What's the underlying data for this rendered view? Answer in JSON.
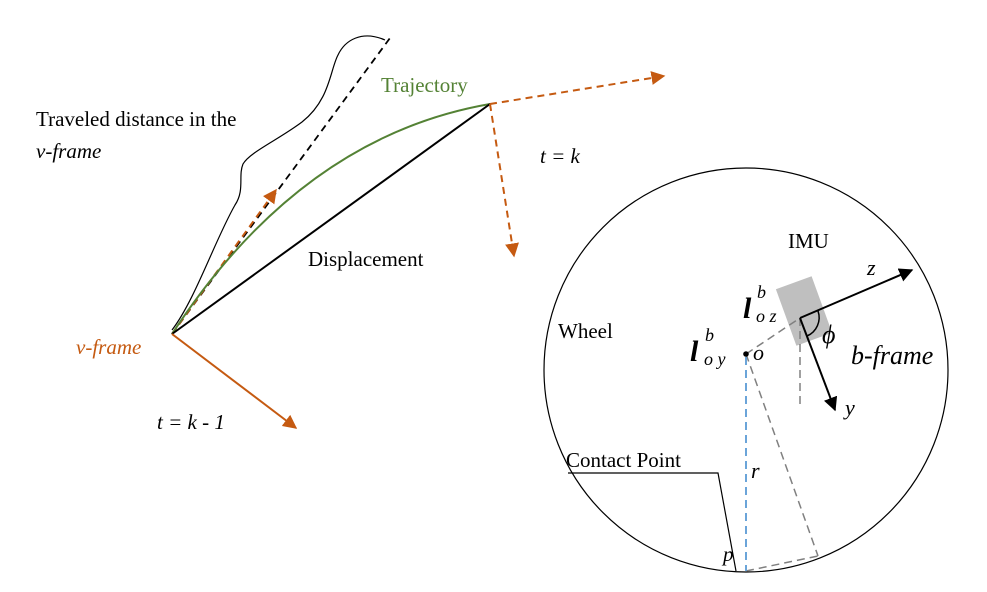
{
  "labels": {
    "traveled_line1": "Traveled distance in the",
    "traveled_line2": "v-frame",
    "trajectory": "Trajectory",
    "t_k": "t = k",
    "displacement": "Displacement",
    "vframe": "v-frame",
    "t_k_minus_1": "t = k - 1",
    "imu": "IMU",
    "z_axis": "z",
    "y_axis": "y",
    "phi": "ϕ",
    "bframe": "b-frame",
    "wheel": "Wheel",
    "l_oz_base": "l",
    "l_oz_sup": "b",
    "l_oz_sub": "o z",
    "l_oy_base": "l",
    "l_oy_sup": "b",
    "l_oy_sub": "o y",
    "origin": "o",
    "radius": "r",
    "contact_point": "Contact Point",
    "p": "p"
  },
  "colors": {
    "orange": "#C55A11",
    "green": "#548235",
    "black": "#000000",
    "blue": "#5B9BD5",
    "gray": "#808080",
    "imu_fill": "#BFBFBF"
  }
}
